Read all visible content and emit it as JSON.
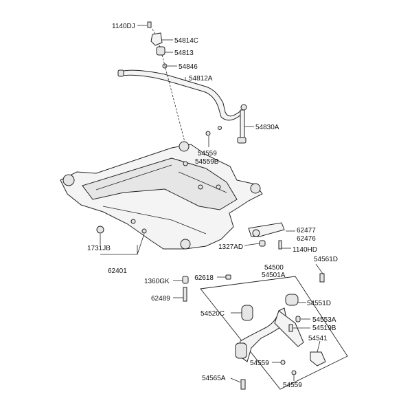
{
  "labels": {
    "l_1140DJ": "1140DJ",
    "l_54814C": "54814C",
    "l_54813": "54813",
    "l_54846": "54846",
    "l_54812A": "54812A",
    "l_54830A": "54830A",
    "l_54559_top": "54559",
    "l_54559B": "54559B",
    "l_62477": "62477",
    "l_62476": "62476",
    "l_1327AD": "1327AD",
    "l_1140HD": "1140HD",
    "l_1731JB": "1731JB",
    "l_62401": "62401",
    "l_1360GK": "1360GK",
    "l_62489": "62489",
    "l_62618": "62618",
    "l_54500": "54500",
    "l_54501A": "54501A",
    "l_54561D": "54561D",
    "l_54551D": "54551D",
    "l_54520C": "54520C",
    "l_54553A": "54553A",
    "l_54519B": "54519B",
    "l_54541": "54541",
    "l_54559_mid": "54559",
    "l_54559_bot": "54559",
    "l_54565A": "54565A"
  }
}
